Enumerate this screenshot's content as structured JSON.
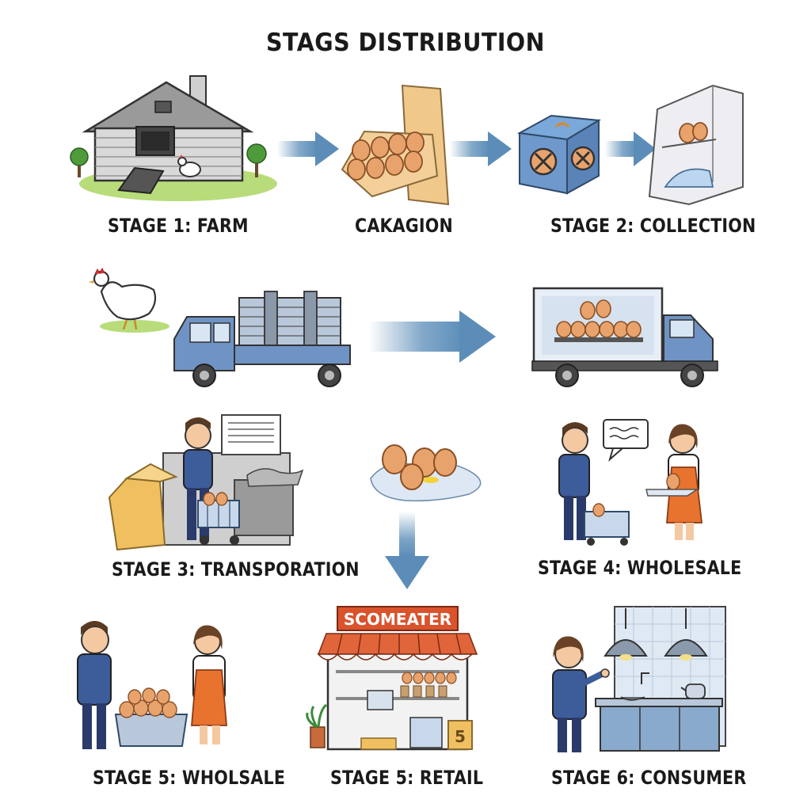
{
  "title": "STAGS DISTRIBUTION",
  "labels": {
    "farm": "STAGE 1: FARM",
    "packaging": "CAKAGION",
    "collection": "STAGE 2: COLLECTION",
    "transportation": "STAGE 3: TRANSPORATION",
    "wholesale4": "STAGE 4: WHOLESALE",
    "wholesale5": "STAGE 5: WHOLSALE",
    "retail": "STAGE 5: RETAIL",
    "consumer": "STAGE 6: CONSUMER"
  },
  "store_sign": "SCOMEATER",
  "retail_box_mark": "5",
  "colors": {
    "arrow": "#5b8db8",
    "truck_blue": "#6f93c4",
    "egg": "#e8a36c",
    "box": "#f0c060",
    "apron": "#e8732f",
    "awning": "#d9532d",
    "grass": "#b8dc7a"
  }
}
